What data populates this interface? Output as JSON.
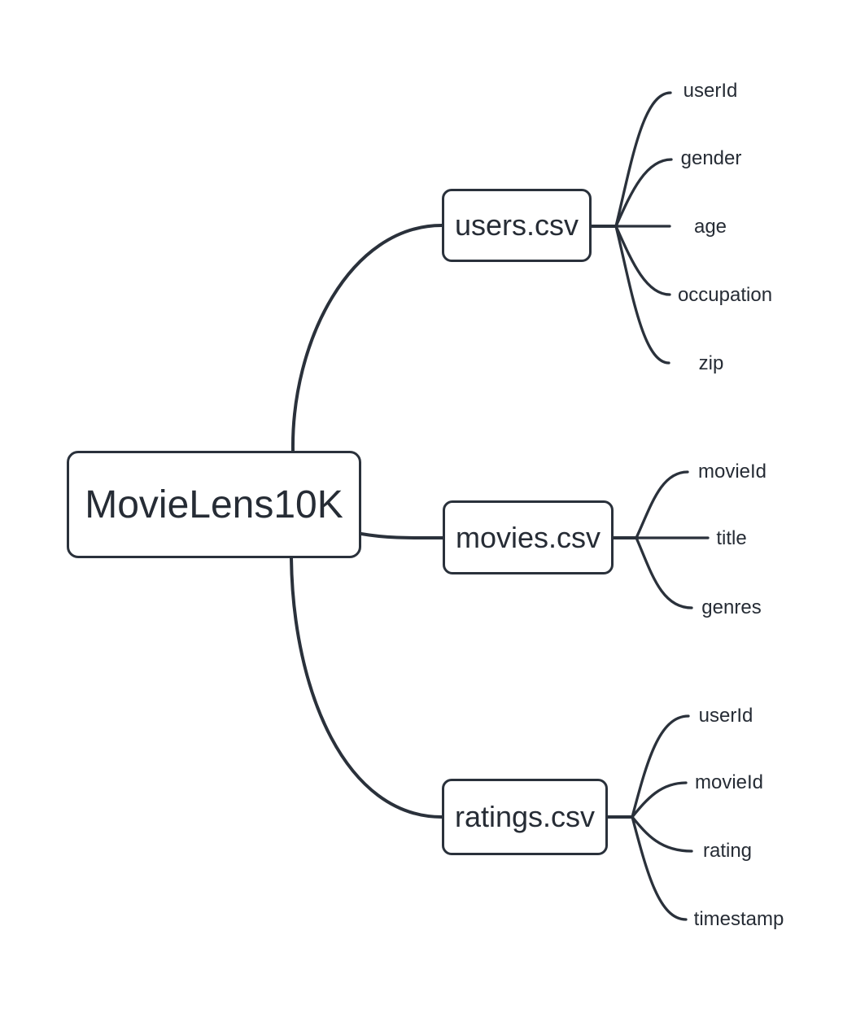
{
  "diagram": {
    "type": "mindmap",
    "root": "MovieLens10K",
    "branches": [
      {
        "label": "users.csv",
        "fields": [
          "userId",
          "gender",
          "age",
          "occupation",
          "zip"
        ]
      },
      {
        "label": "movies.csv",
        "fields": [
          "movieId",
          "title",
          "genres"
        ]
      },
      {
        "label": "ratings.csv",
        "fields": [
          "userId",
          "movieId",
          "rating",
          "timestamp"
        ]
      }
    ]
  },
  "colors": {
    "stroke": "#2a313b",
    "text": "#262c35",
    "node_fill": "#ffffff",
    "background": "#ffffff"
  }
}
